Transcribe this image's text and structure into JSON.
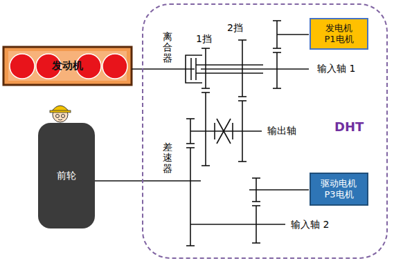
{
  "diagram": {
    "nodes": [
      {
        "text": [
          "发动机"
        ]
      },
      {
        "text": [
          "前轮"
        ]
      },
      {
        "text": [
          "DHT"
        ]
      },
      {
        "text": [
          "发电机 P1电机"
        ],
        "in": 2
      },
      {
        "text": [
          "驱动电机 P3电机"
        ],
        "in": 2
      }
    ],
    "labels": [
      "1挡",
      "2挡",
      "离合器",
      "输入轴 1",
      "输出轴",
      "差速器",
      "输入轴 2"
    ]
  }
}
